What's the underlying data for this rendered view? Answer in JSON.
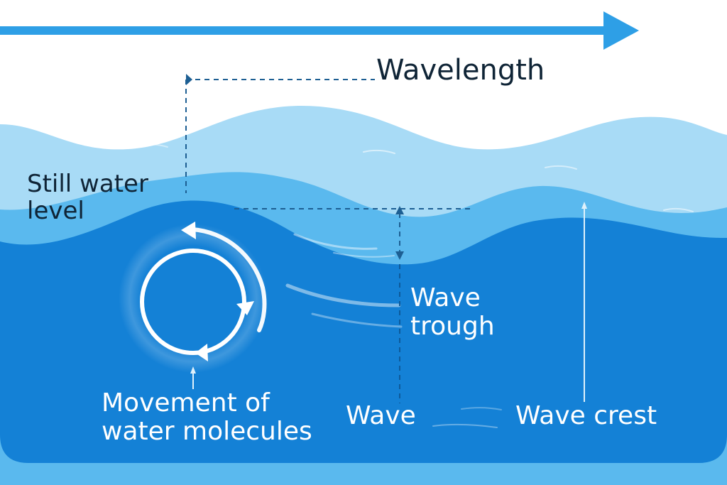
{
  "labels": {
    "wavelength": "Wavelength",
    "still_water_level": [
      "Still water",
      "level"
    ],
    "wave_trough": [
      "Wave",
      "trough"
    ],
    "movement": [
      "Movement of",
      "water molecules"
    ],
    "wave": "Wave",
    "wave_crest": "Wave crest"
  },
  "colors": {
    "arrow": "#2e9fe6",
    "deep_water": "#1481d6",
    "mid_water": "#5ab9ee",
    "light_water": "#a8dbf6",
    "dashed_line": "#1d5f93",
    "text_dark": "#0f2436",
    "text_light": "#ffffff"
  }
}
